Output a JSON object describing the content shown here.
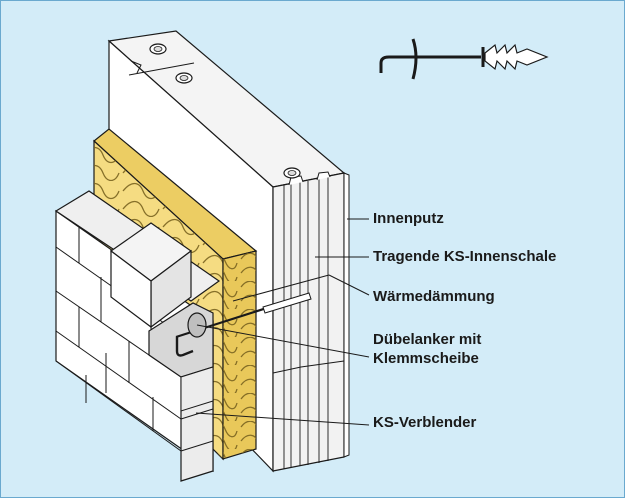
{
  "labels": {
    "innenputz": "Innenputz",
    "innenschale": "Tragende KS-Innenschale",
    "daemmung": "Wärmedämmung",
    "duebel_line1": "Dübelanker mit",
    "duebel_line2": "Klemmscheibe",
    "verblender": "KS-Verblender"
  },
  "colors": {
    "background": "#d3ecf8",
    "insulation": "#f5dc82",
    "insulation_shade": "#e9c85a",
    "wall": "#ffffff",
    "wall_shade": "#e6e6e6",
    "line": "#1a1a1a"
  }
}
